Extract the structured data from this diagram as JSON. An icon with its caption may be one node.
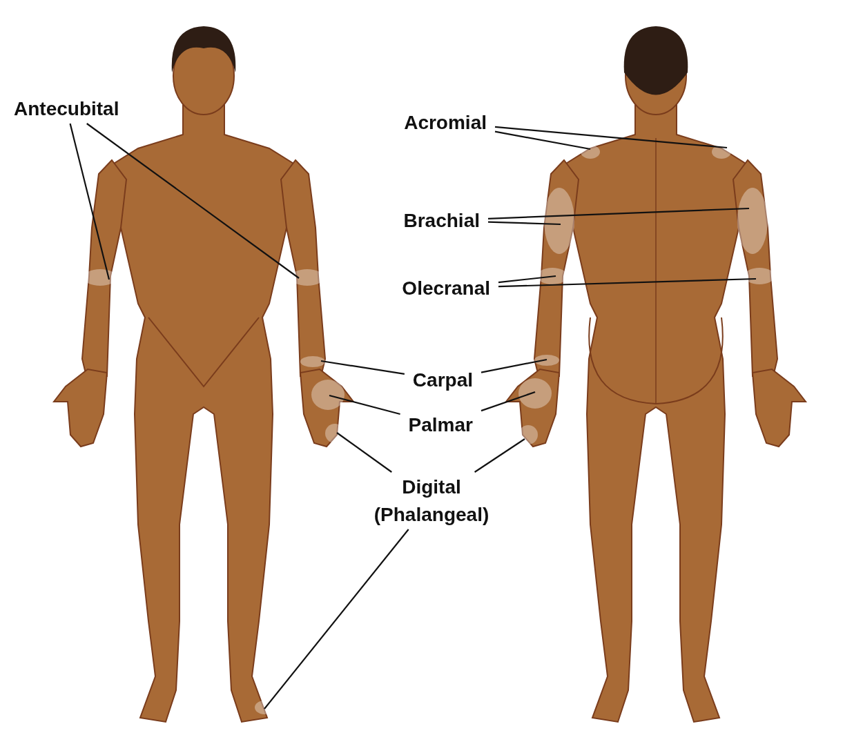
{
  "diagram": {
    "nodes": [
      {
        "text": [
          "Antecubital"
        ]
      },
      {
        "text": [
          "Acromial"
        ]
      },
      {
        "text": [
          "Brachial"
        ]
      },
      {
        "text": [
          "Olecranal"
        ]
      },
      {
        "text": [
          "Carpal"
        ]
      },
      {
        "text": [
          "Palmar"
        ]
      },
      {
        "text": [
          "Digital (Phalangeal)"
        ]
      }
    ],
    "edges": [
      {
        "from": 0,
        "to": null,
        "arrow": "none"
      },
      {
        "from": 0,
        "to": null,
        "arrow": "none"
      },
      {
        "from": 1,
        "to": null,
        "arrow": "none"
      },
      {
        "from": 1,
        "to": null,
        "arrow": "none"
      },
      {
        "from": 2,
        "to": null,
        "arrow": "none"
      },
      {
        "from": 2,
        "to": null,
        "arrow": "none"
      },
      {
        "from": 3,
        "to": null,
        "arrow": "none"
      },
      {
        "from": 3,
        "to": null,
        "arrow": "none"
      },
      {
        "from": 4,
        "to": null,
        "arrow": "none"
      },
      {
        "from": 4,
        "to": null,
        "arrow": "none"
      },
      {
        "from": 5,
        "to": null,
        "arrow": "none"
      },
      {
        "from": 5,
        "to": null,
        "arrow": "none"
      },
      {
        "from": 6,
        "to": null,
        "arrow": "none"
      },
      {
        "from": 6,
        "to": null,
        "arrow": "none"
      },
      {
        "from": 6,
        "to": null,
        "arrow": "none"
      }
    ]
  }
}
